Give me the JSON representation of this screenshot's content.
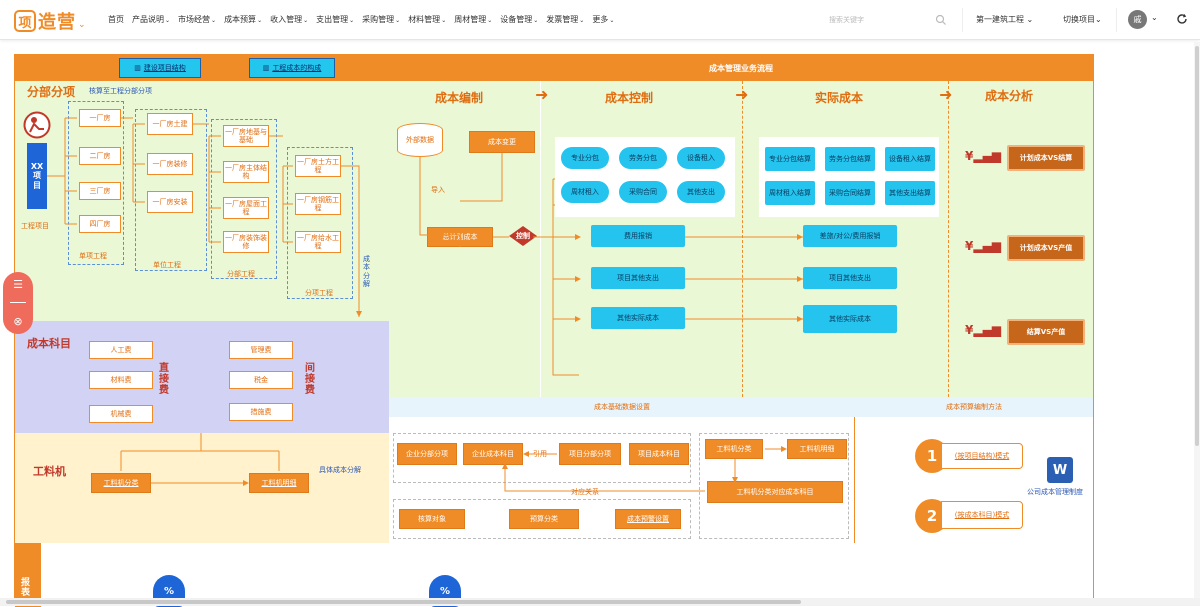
{
  "logo": {
    "mark": "项",
    "text": "造营"
  },
  "nav": [
    {
      "label": "首页",
      "dropdown": false
    },
    {
      "label": "产品说明",
      "dropdown": true
    },
    {
      "label": "市场经营",
      "dropdown": true
    },
    {
      "label": "成本预算",
      "dropdown": true
    },
    {
      "label": "收入管理",
      "dropdown": true
    },
    {
      "label": "支出管理",
      "dropdown": true
    },
    {
      "label": "采购管理",
      "dropdown": true
    },
    {
      "label": "材料管理",
      "dropdown": true
    },
    {
      "label": "周材管理",
      "dropdown": true
    },
    {
      "label": "设备管理",
      "dropdown": true
    },
    {
      "label": "发票管理",
      "dropdown": true
    },
    {
      "label": "更多",
      "dropdown": true
    }
  ],
  "search": {
    "placeholder": "搜索关键字"
  },
  "project": {
    "current": "第一建筑工程",
    "switch_label": "切换项目"
  },
  "user": {
    "avatar_text": "戚"
  },
  "diagram": {
    "top_buttons": {
      "build_structure": "建设项目结构",
      "cost_structure": "工程成本的构成"
    },
    "left": {
      "title": "分部分项",
      "subtitle": "核算至工程分部分项",
      "project_vertical": "XX项目",
      "project_caption": "工程项目",
      "col1": [
        "一厂房",
        "二厂房",
        "三厂房",
        "四厂房"
      ],
      "col1_caption": "单项工程",
      "col2": [
        "一厂房土建",
        "一厂房装修",
        "一厂房安装"
      ],
      "col2_caption": "单位工程",
      "col3": [
        "一厂房地基与基础",
        "一厂房主体结构",
        "一厂房屋面工程",
        "一厂房装饰装修"
      ],
      "col3_caption": "分部工程",
      "col4": [
        "一厂房土方工程",
        "一厂房钢筋工程",
        "一厂房给水工程"
      ],
      "col4_caption": "分项工程",
      "decompose": "成本分解"
    },
    "cost_subject": {
      "title": "成本科目",
      "direct": [
        "人工费",
        "材料费",
        "机械费"
      ],
      "direct_caption": "直接费",
      "indirect": [
        "管理费",
        "税金",
        "措施费"
      ],
      "indirect_caption": "间接费"
    },
    "labor": {
      "title": "工料机",
      "items": [
        "工料机分类",
        "工料机明细"
      ],
      "caption": "具体成本分解"
    },
    "flow": {
      "header": "成本管理业务流程",
      "stages": [
        "成本编制",
        "成本控制",
        "实际成本",
        "成本分析"
      ],
      "external": "外部数据",
      "change": "成本变更",
      "import": "导入",
      "total_plan": "总计划成本",
      "control": "控制",
      "control_items": [
        "专业分包",
        "劳务分包",
        "设备租入",
        "周材租入",
        "采购合同",
        "其他支出"
      ],
      "middle_items": [
        "费用报销",
        "项目其他支出",
        "其他实际成本"
      ],
      "actual_items": [
        "专业分包结算",
        "劳务分包结算",
        "设备租入结算",
        "周材租入结算",
        "采购合同结算",
        "其他支出结算"
      ],
      "actual_middle": [
        "差旅/对公/费用报销",
        "项目其他支出",
        "其他实际成本"
      ],
      "analysis": [
        "计划成本VS结算",
        "计划成本VS产值",
        "结算VS产值"
      ]
    },
    "base_setting": {
      "header": "成本基础数据设置",
      "items": [
        "企业分部分项",
        "企业成本科目",
        "项目分部分项",
        "项目成本科目",
        "工料机分类",
        "工料机明细",
        "工料机分类对应成本科目",
        "核算对象",
        "预算分类",
        "成本预警设置"
      ],
      "ref": "引用",
      "relation": "对应关系"
    },
    "method": {
      "header": "成本预算编制方法",
      "options": [
        {
          "num": "1",
          "label": "(按项目结构)模式"
        },
        {
          "num": "2",
          "label": "(按成本科目)模式"
        }
      ],
      "doc": "公司成本管理制度"
    },
    "bottom_label": "报表"
  }
}
